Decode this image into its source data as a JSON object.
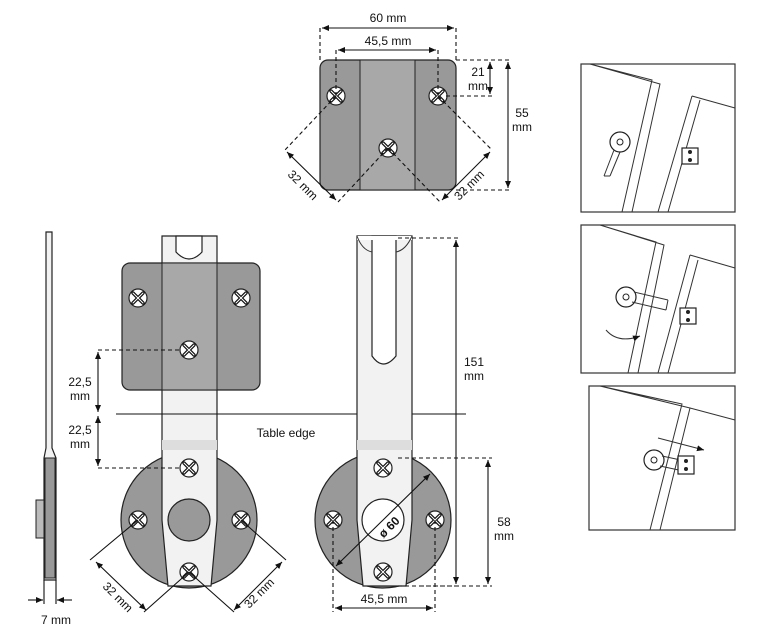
{
  "top_view": {
    "width_label": "60 mm",
    "inner_width_label": "45,5 mm",
    "offset_label": "21",
    "offset_unit": "mm",
    "height_label": "55",
    "height_unit": "mm",
    "diag_left_label": "32 mm",
    "diag_right_label": "32 mm"
  },
  "side_view": {
    "thickness_label": "7 mm"
  },
  "front_view": {
    "upper_label": "22,5",
    "upper_unit": "mm",
    "lower_label": "22,5",
    "lower_unit": "mm",
    "table_edge_label": "Table edge",
    "diag_left_label": "32 mm",
    "diag_right_label": "32 mm"
  },
  "rear_view": {
    "total_label": "151",
    "total_unit": "mm",
    "disc_label": "58",
    "disc_unit": "mm",
    "diameter_label": "ø 60",
    "bottom_label": "45,5 mm"
  }
}
